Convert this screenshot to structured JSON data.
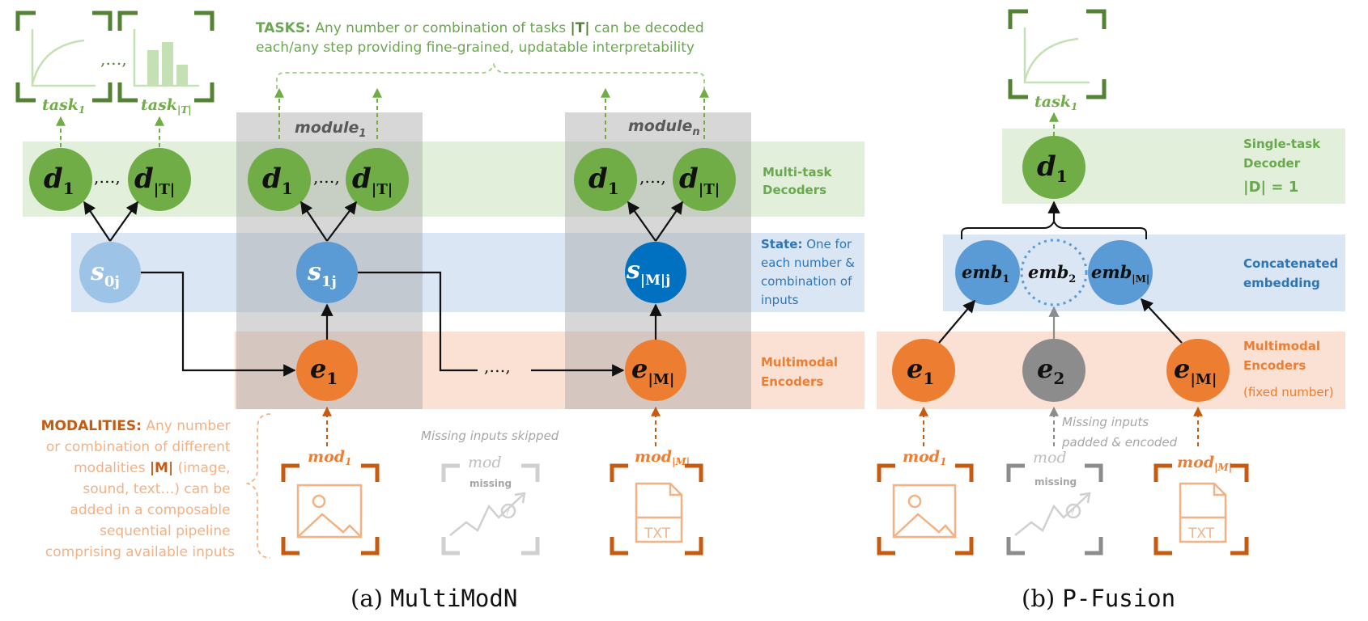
{
  "colors": {
    "green_dark": "#70ad47",
    "green_band": "#e2efda",
    "green_text": "#6aa84f",
    "blue_band": "#dae6f3",
    "blue_light": "#9dc3e6",
    "blue_mid": "#5b9bd5",
    "blue_dark": "#0070c0",
    "blue_text": "#2e75b6",
    "orange_band": "#fbe1d4",
    "orange_node": "#ed7d31",
    "orange_text": "#c55a11",
    "orange_light": "#f4b183",
    "gray_node": "#8c8c8c",
    "gray_module": "#bfbfbf",
    "gray_light": "#c8c8c8"
  },
  "panel_a": {
    "caption_prefix": "(a)",
    "caption_name": "MultiModN",
    "tasks_note": {
      "head": "TASKS:",
      "line1_part1": "Any number or combination of tasks",
      "line1_bold": "|T|",
      "line1_part2": "can be decoded",
      "line2": "each/any step providing fine-grained, updatable  interpretability"
    },
    "task_labels": [
      "task",
      "task"
    ],
    "task_subs": [
      "1",
      "|T|"
    ],
    "task_ellipsis": ",…,",
    "modules": [
      {
        "label": "module",
        "sub": "1"
      },
      {
        "label": "module",
        "sub": "n"
      }
    ],
    "decoder_node": {
      "letter": "d",
      "sub1": "1",
      "subT": "|T|",
      "ellipsis": ",…,"
    },
    "band_labels": {
      "decoders": [
        "Multi-task",
        "Decoders"
      ],
      "state_head": "State:",
      "state_rest": [
        "One for",
        "each number &",
        "combination of",
        "inputs"
      ],
      "encoders": [
        "Multimodal",
        "Encoders"
      ]
    },
    "states": [
      {
        "letter": "s",
        "sub": "0j"
      },
      {
        "letter": "s",
        "sub": "1j"
      },
      {
        "letter": "s",
        "sub": "|M|j"
      }
    ],
    "encoders": [
      {
        "letter": "e",
        "sub": "1"
      },
      {
        "letter": "e",
        "sub": "|M|"
      }
    ],
    "enc_ellipsis": ",…,",
    "modalities_note": {
      "head": "MODALITIES:",
      "line1": "Any number",
      "line2": "or combination of different",
      "line3_part1": "modalities",
      "line3_bold": "|M|",
      "line3_part2": "(image,",
      "line4": "sound, text…) can be",
      "line5": "added in a composable",
      "line6": "sequential pipeline",
      "line7": "comprising available inputs"
    },
    "missing_note": "Missing inputs skipped",
    "mods": [
      {
        "label": "mod",
        "sub": "1",
        "icon": "image-icon"
      },
      {
        "label": "mod",
        "sub": "missing",
        "icon": "missing-chart-icon"
      },
      {
        "label": "mod",
        "sub": "|M|",
        "icon": "txt-file-icon",
        "file_text": "TXT"
      }
    ]
  },
  "panel_b": {
    "caption_prefix": "(b)",
    "caption_name": "P-Fusion",
    "task_label": "task",
    "task_sub": "1",
    "decoder": {
      "letter": "d",
      "sub": "1"
    },
    "band_labels": {
      "decoder": [
        "Single-task",
        "Decoder",
        "|D| = 1"
      ],
      "embedding": [
        "Concatenated",
        "embedding"
      ],
      "encoders": [
        "Multimodal",
        "Encoders",
        "(fixed number)"
      ]
    },
    "embs": [
      {
        "label": "emb",
        "sub": "1"
      },
      {
        "label": "emb",
        "sub": "2"
      },
      {
        "label": "emb",
        "sub": "|M|"
      }
    ],
    "encoders": [
      {
        "letter": "e",
        "sub": "1"
      },
      {
        "letter": "e",
        "sub": "2"
      },
      {
        "letter": "e",
        "sub": "|M|"
      }
    ],
    "missing_note": [
      "Missing inputs",
      "padded & encoded"
    ],
    "mods": [
      {
        "label": "mod",
        "sub": "1",
        "icon": "image-icon"
      },
      {
        "label": "mod",
        "sub": "missing",
        "icon": "missing-chart-icon"
      },
      {
        "label": "mod",
        "sub": "|M|",
        "icon": "txt-file-icon",
        "file_text": "TXT"
      }
    ]
  }
}
